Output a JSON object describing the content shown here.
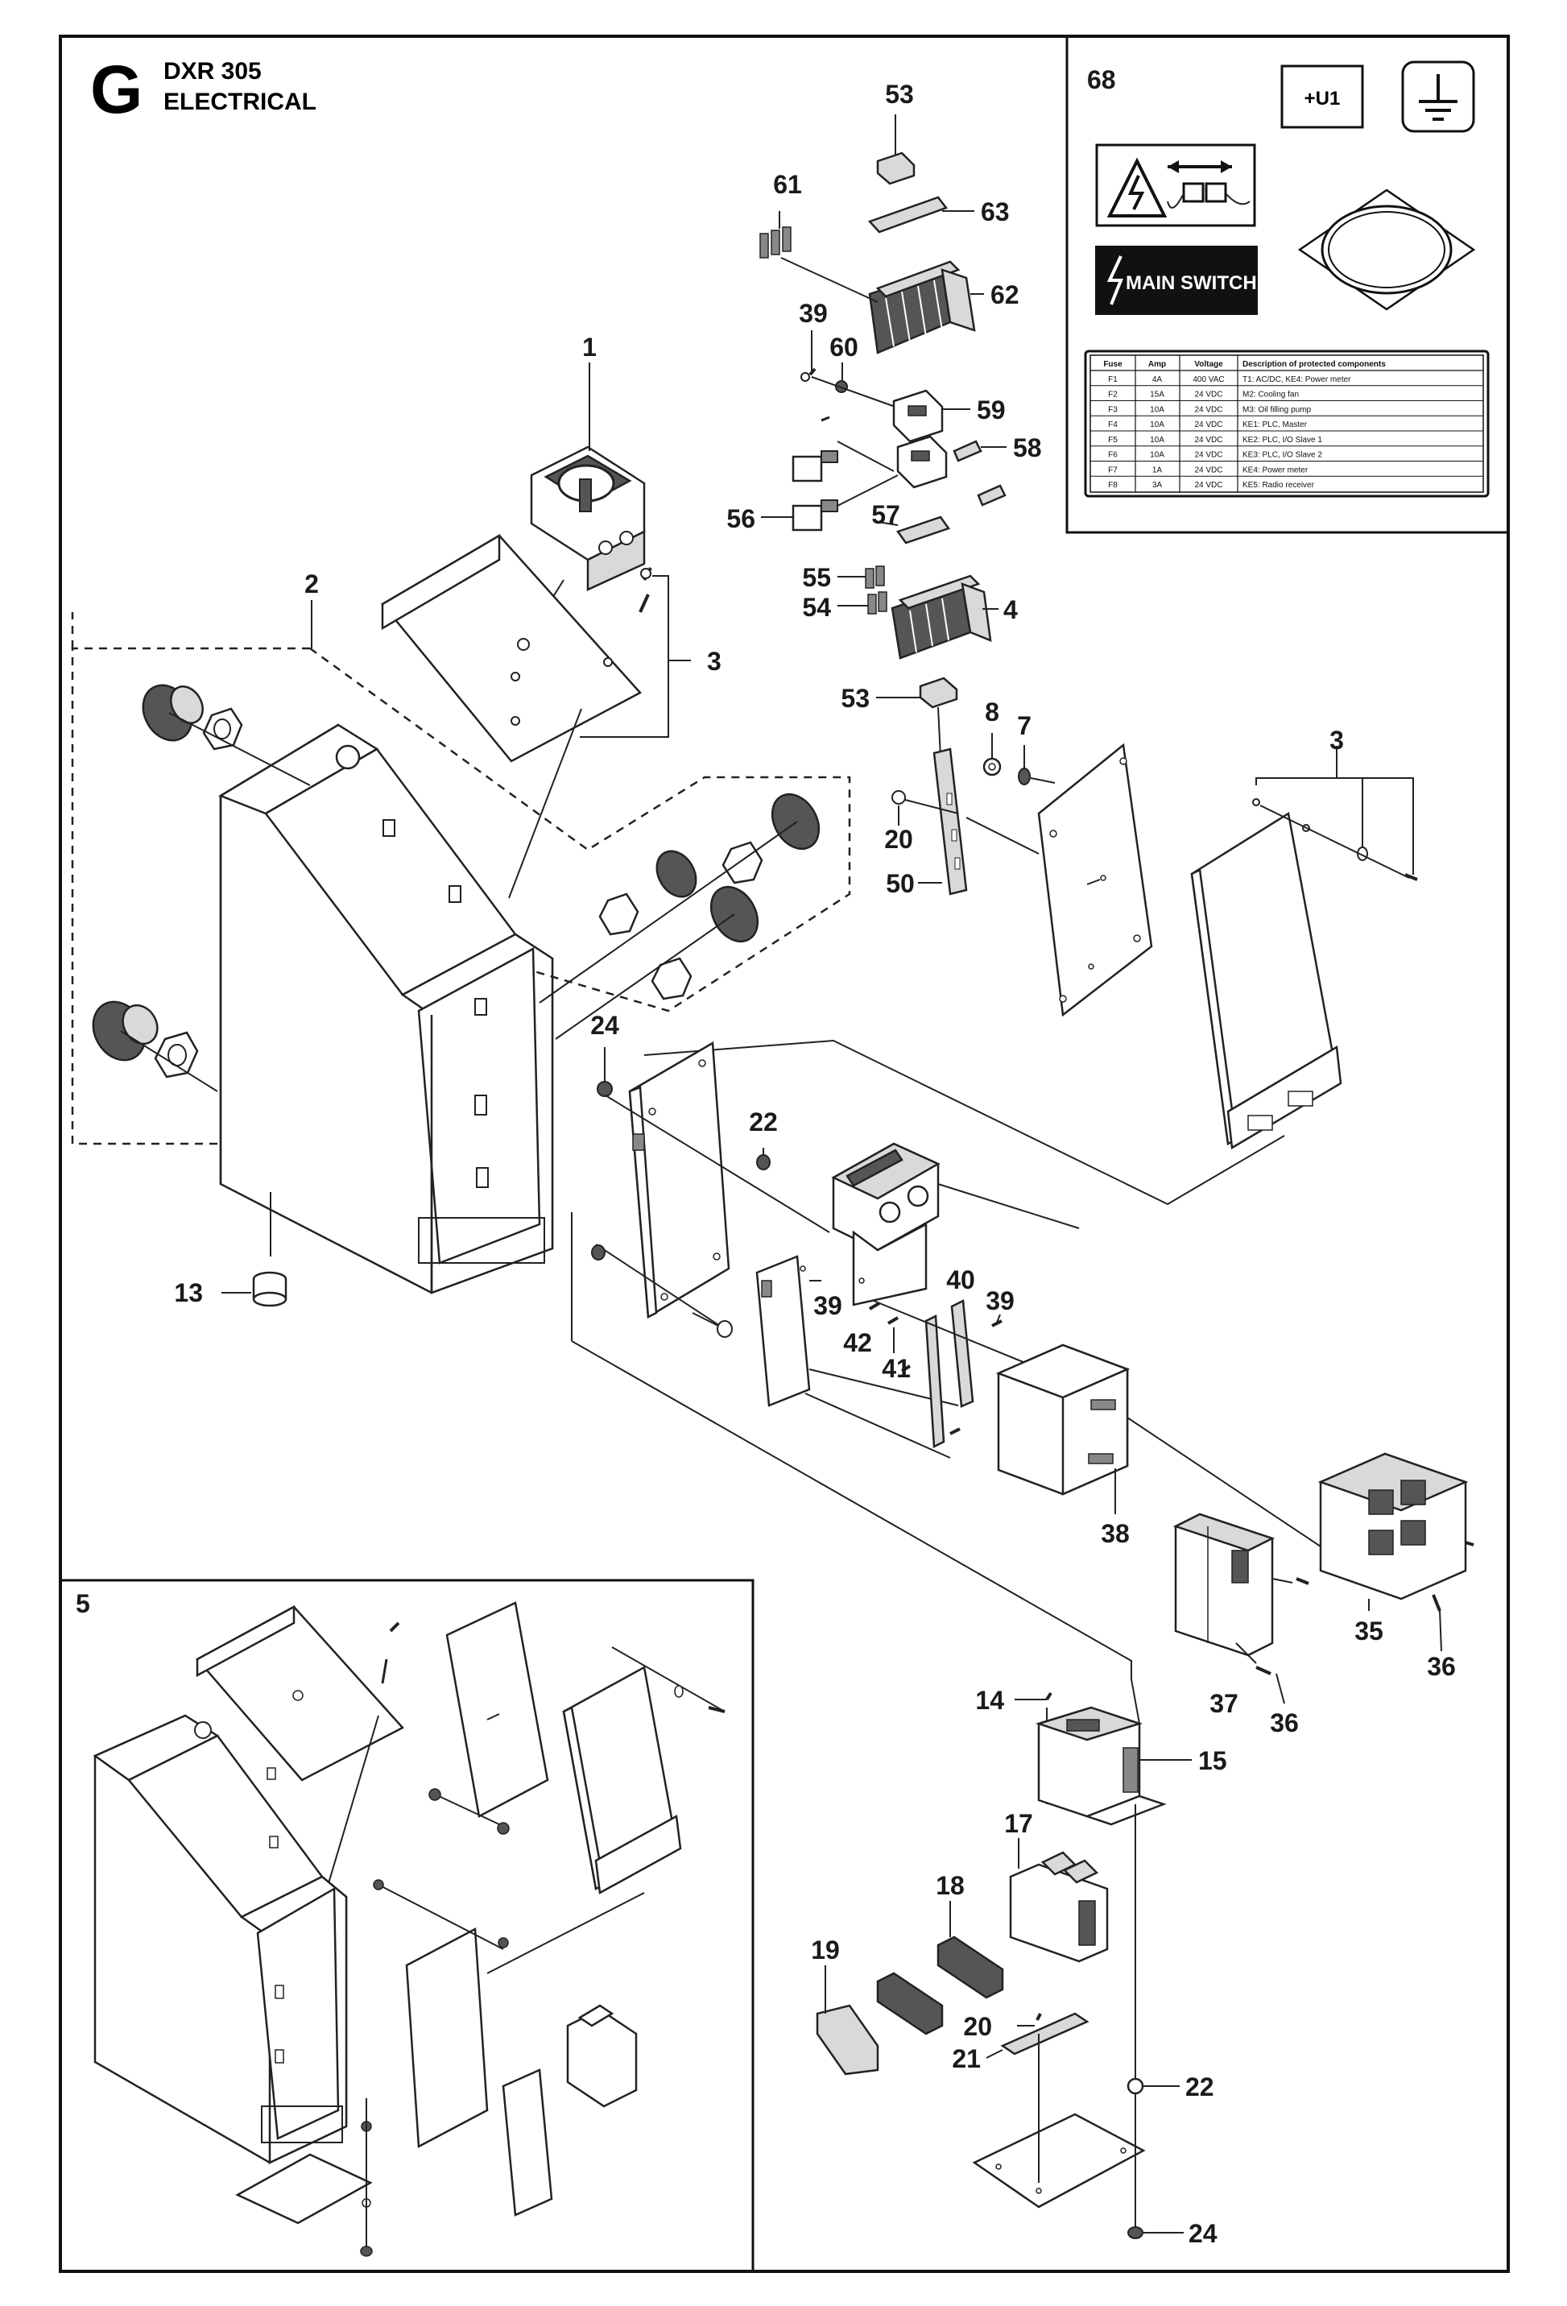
{
  "header": {
    "section_letter": "G",
    "model": "DXR 305",
    "group": "ELECTRICAL"
  },
  "callouts": [
    "1",
    "2",
    "3",
    "3",
    "4",
    "5",
    "7",
    "8",
    "13",
    "14",
    "15",
    "17",
    "18",
    "19",
    "20",
    "20",
    "21",
    "22",
    "22",
    "24",
    "24",
    "35",
    "36",
    "36",
    "37",
    "38",
    "39",
    "39",
    "39",
    "40",
    "41",
    "42",
    "50",
    "53",
    "53",
    "54",
    "55",
    "56",
    "57",
    "58",
    "59",
    "60",
    "61",
    "62",
    "63",
    "68"
  ],
  "decals": {
    "panel_number": "68",
    "u1_label": "+U1",
    "main_switch_label": "MAIN SWITCH",
    "icons": [
      "ground-symbol-icon",
      "electrical-warning-icon",
      "fuse-connector-icon",
      "lightning-bolt-icon"
    ]
  },
  "fuse_table": {
    "columns": [
      "Fuse",
      "Amp",
      "Voltage",
      "Description of protected components"
    ],
    "rows": [
      [
        "F1",
        "4A",
        "400 VAC",
        "T1: AC/DC, KE4: Power meter"
      ],
      [
        "F2",
        "15A",
        "24 VDC",
        "M2: Cooling fan"
      ],
      [
        "F3",
        "10A",
        "24 VDC",
        "M3: Oil filling pump"
      ],
      [
        "F4",
        "10A",
        "24 VDC",
        "KE1: PLC, Master"
      ],
      [
        "F5",
        "10A",
        "24 VDC",
        "KE2: PLC, I/O Slave 1"
      ],
      [
        "F6",
        "10A",
        "24 VDC",
        "KE3: PLC, I/O Slave 2"
      ],
      [
        "F7",
        "1A",
        "24 VDC",
        "KE4: Power meter"
      ],
      [
        "F8",
        "3A",
        "24 VDC",
        "KE5: Radio receiver"
      ]
    ]
  },
  "colors": {
    "line": "#222222",
    "label_black": "#111111",
    "paper": "#ffffff"
  }
}
